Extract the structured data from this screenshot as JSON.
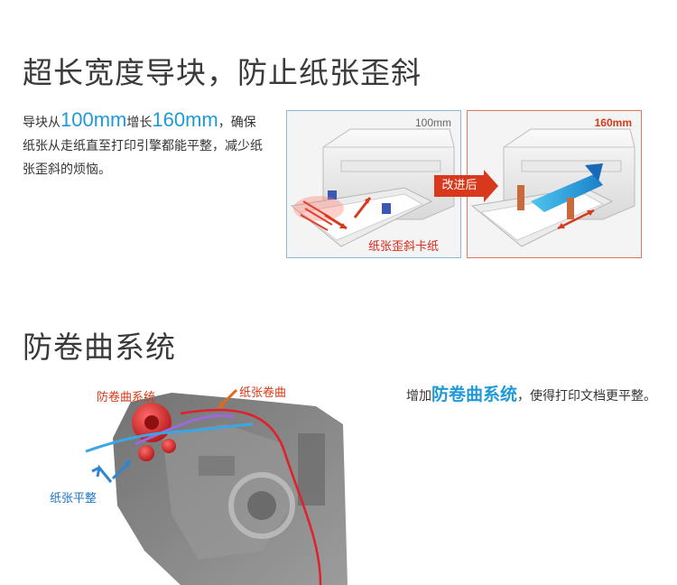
{
  "section1": {
    "title": "超长宽度导块，防止纸张歪斜",
    "desc_pre": "导块从",
    "desc_from": "100mm",
    "desc_mid": "增长",
    "desc_to": "160mm",
    "desc_post": "，确保纸张从走纸直至打印引擎都能平整，减少纸张歪斜的烦恼。",
    "before_label": "100mm",
    "after_label": "160mm",
    "badge_label": "改进后",
    "jam_caption": "纸张歪斜卡纸"
  },
  "section2": {
    "title": "防卷曲系统",
    "desc_pre": "增加",
    "desc_highlight": "防卷曲系统",
    "desc_post": "，使得打印文档更平整。",
    "label_anticurl": "防卷曲系统",
    "label_curl": "纸张卷曲",
    "label_flat": "纸张平整"
  },
  "colors": {
    "accent_blue": "#1f9ad6",
    "accent_red": "#d63a17",
    "badge_red": "#d8391d"
  }
}
